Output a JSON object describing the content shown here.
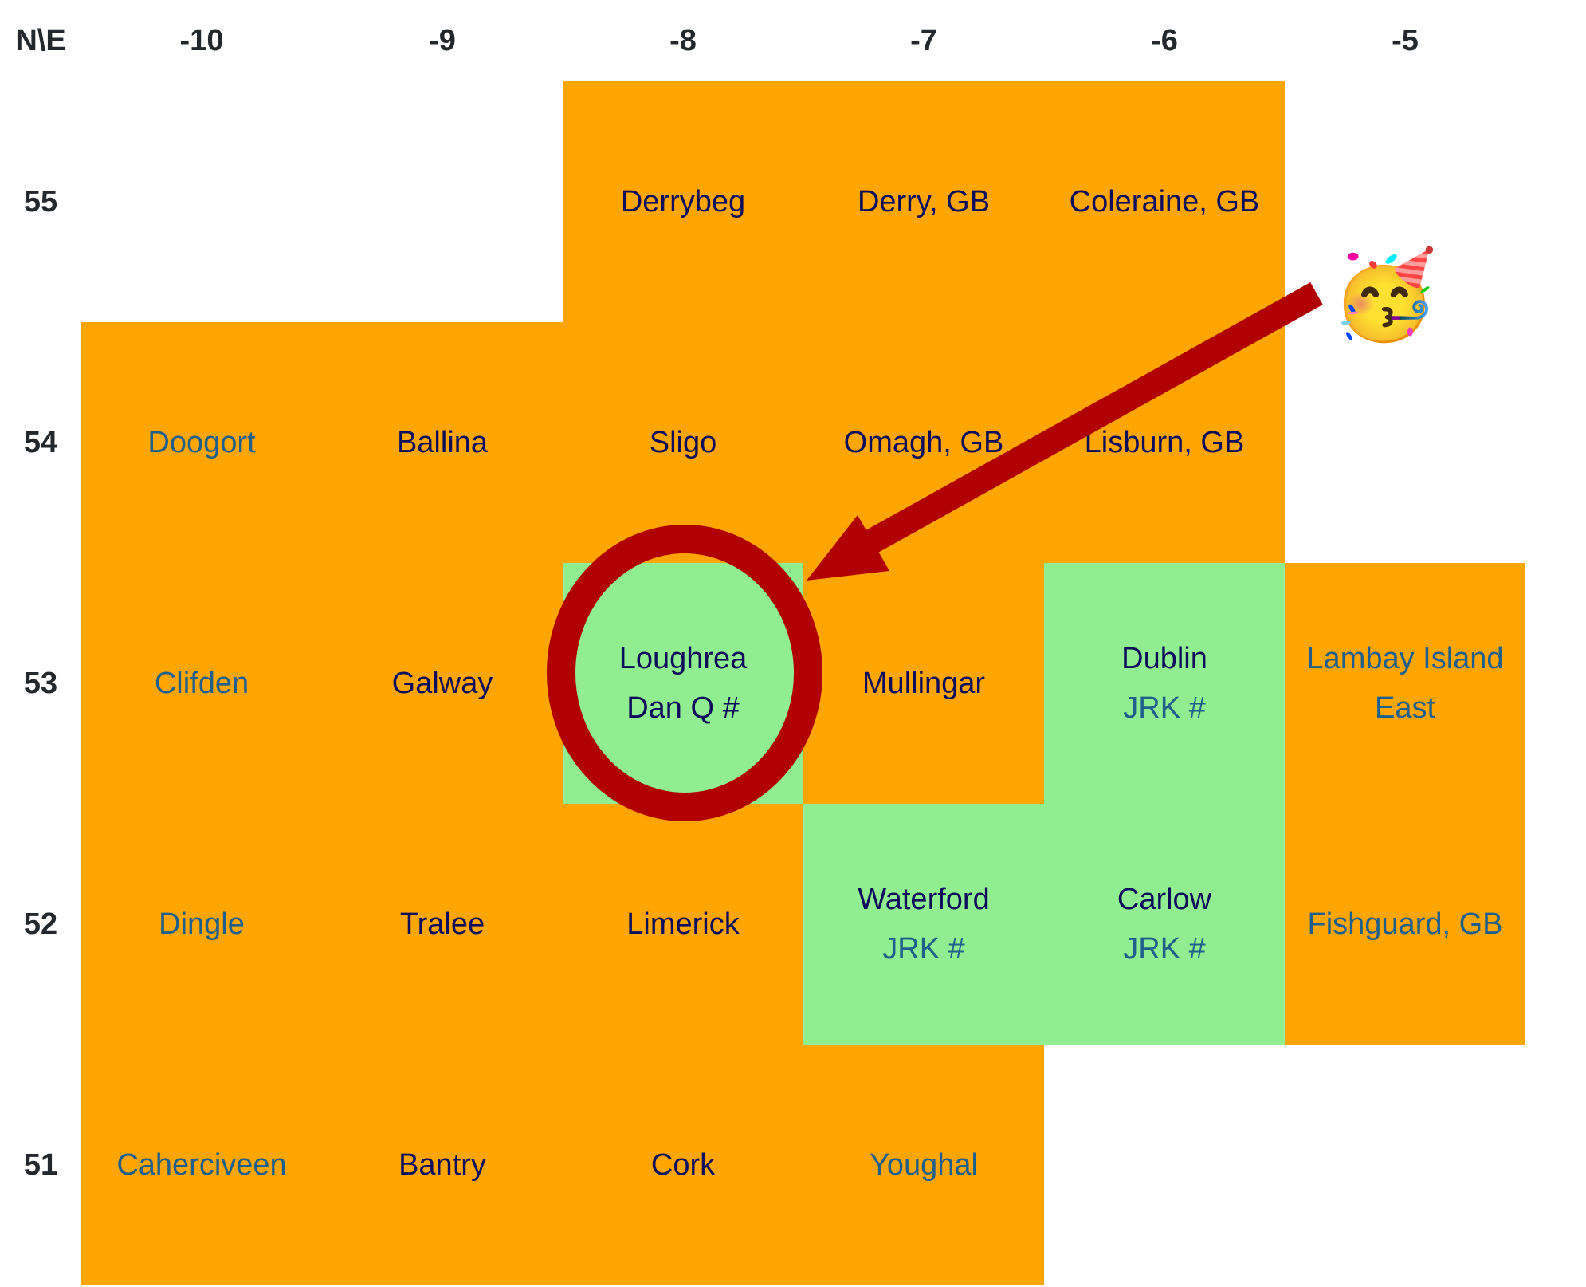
{
  "corner_label": "N\\E",
  "columns": [
    "-10",
    "-9",
    "-8",
    "-7",
    "-6",
    "-5"
  ],
  "rows": [
    {
      "label": "55",
      "cells": [
        {
          "color": "none"
        },
        {
          "color": "none"
        },
        {
          "color": "orange",
          "lines": [
            {
              "text": "Derrybeg",
              "link": false
            }
          ]
        },
        {
          "color": "orange",
          "lines": [
            {
              "text": "Derry, GB",
              "link": false
            }
          ]
        },
        {
          "color": "orange",
          "lines": [
            {
              "text": "Coleraine, GB",
              "link": false
            }
          ]
        },
        {
          "color": "none"
        }
      ]
    },
    {
      "label": "54",
      "cells": [
        {
          "color": "orange",
          "lines": [
            {
              "text": "Doogort",
              "link": true
            }
          ]
        },
        {
          "color": "orange",
          "lines": [
            {
              "text": "Ballina",
              "link": false
            }
          ]
        },
        {
          "color": "orange",
          "lines": [
            {
              "text": "Sligo",
              "link": false
            }
          ]
        },
        {
          "color": "orange",
          "lines": [
            {
              "text": "Omagh, GB",
              "link": false
            }
          ]
        },
        {
          "color": "orange",
          "lines": [
            {
              "text": "Lisburn, GB",
              "link": false
            }
          ]
        },
        {
          "color": "none"
        }
      ]
    },
    {
      "label": "53",
      "cells": [
        {
          "color": "orange",
          "lines": [
            {
              "text": "Clifden",
              "link": true
            }
          ]
        },
        {
          "color": "orange",
          "lines": [
            {
              "text": "Galway",
              "link": false
            }
          ]
        },
        {
          "color": "green",
          "lines": [
            {
              "text": "Loughrea",
              "link": false
            },
            {
              "text": "Dan Q #",
              "link": false
            }
          ]
        },
        {
          "color": "orange",
          "lines": [
            {
              "text": "Mullingar",
              "link": false
            }
          ]
        },
        {
          "color": "green",
          "lines": [
            {
              "text": "Dublin",
              "link": false
            },
            {
              "text": "JRK #",
              "link": true
            }
          ]
        },
        {
          "color": "orange",
          "lines": [
            {
              "text": "Lambay Island East",
              "link": true
            }
          ]
        }
      ]
    },
    {
      "label": "52",
      "cells": [
        {
          "color": "orange",
          "lines": [
            {
              "text": "Dingle",
              "link": true
            }
          ]
        },
        {
          "color": "orange",
          "lines": [
            {
              "text": "Tralee",
              "link": false
            }
          ]
        },
        {
          "color": "orange",
          "lines": [
            {
              "text": "Limerick",
              "link": false
            }
          ]
        },
        {
          "color": "green",
          "lines": [
            {
              "text": "Waterford",
              "link": false
            },
            {
              "text": "JRK #",
              "link": true
            }
          ]
        },
        {
          "color": "green",
          "lines": [
            {
              "text": "Carlow",
              "link": false
            },
            {
              "text": "JRK #",
              "link": true
            }
          ]
        },
        {
          "color": "orange",
          "lines": [
            {
              "text": "Fishguard, GB",
              "link": true
            }
          ]
        }
      ]
    },
    {
      "label": "51",
      "cells": [
        {
          "color": "orange",
          "lines": [
            {
              "text": "Caherciveen",
              "link": true
            }
          ]
        },
        {
          "color": "orange",
          "lines": [
            {
              "text": "Bantry",
              "link": false
            }
          ]
        },
        {
          "color": "orange",
          "lines": [
            {
              "text": "Cork",
              "link": false
            }
          ]
        },
        {
          "color": "orange",
          "lines": [
            {
              "text": "Youghal",
              "link": true
            }
          ]
        },
        {
          "color": "none"
        },
        {
          "color": "none"
        }
      ]
    }
  ],
  "annotation": {
    "color": "#b00000",
    "circle_target": "Loughrea",
    "emoji": "🥳",
    "emoji_icon": "partying-face-icon"
  },
  "colors": {
    "orange": "#ffa500",
    "green": "#90ee90",
    "header_text": "#23282d",
    "text_dark": "#0d0d5c",
    "text_link": "#1f5f8b"
  }
}
